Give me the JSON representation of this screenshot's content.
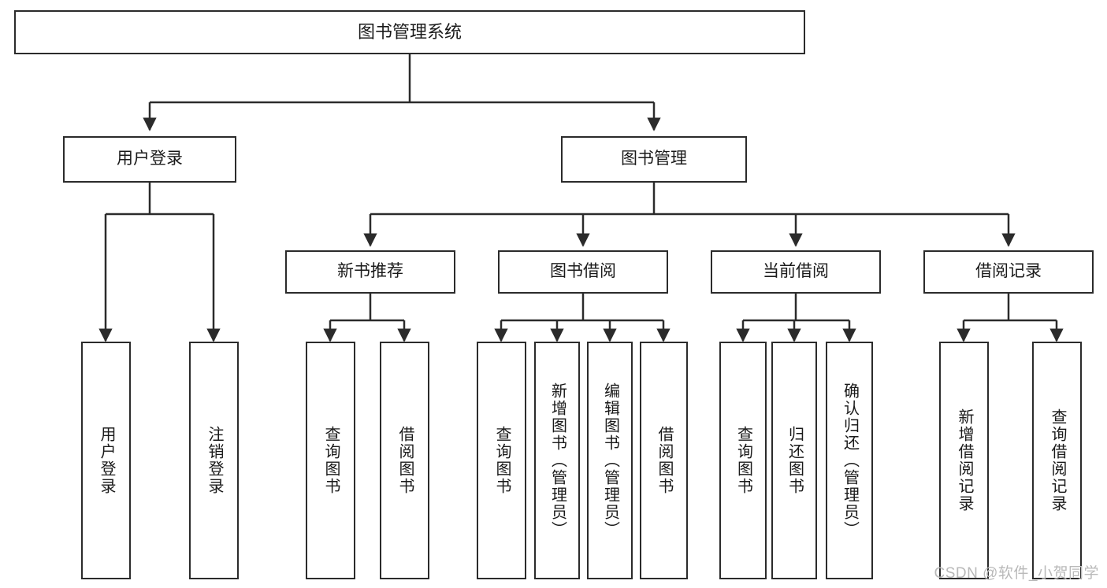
{
  "diagram": {
    "type": "tree-hierarchy-chart",
    "title": "图书管理系统",
    "stroke_color": "#2b2b2b",
    "fill_color": "#ffffff",
    "root": {
      "id": "root",
      "label": "图书管理系统"
    },
    "level2": [
      {
        "id": "user-login",
        "label": "用户登录"
      },
      {
        "id": "book-management",
        "label": "图书管理"
      }
    ],
    "level3": [
      {
        "id": "new-book-recommend",
        "label": "新书推荐",
        "parent": "book-management"
      },
      {
        "id": "book-borrow",
        "label": "图书借阅",
        "parent": "book-management"
      },
      {
        "id": "current-borrow",
        "label": "当前借阅",
        "parent": "book-management"
      },
      {
        "id": "borrow-record",
        "label": "借阅记录",
        "parent": "book-management"
      }
    ],
    "leaves": {
      "user_login": [
        {
          "id": "leaf-user-login",
          "label": "用户登录"
        },
        {
          "id": "leaf-logout-login",
          "label": "注销登录"
        }
      ],
      "new_book_recommend": [
        {
          "id": "leaf-query-book-1",
          "label": "查询图书"
        },
        {
          "id": "leaf-borrow-book-1",
          "label": "借阅图书"
        }
      ],
      "book_borrow": [
        {
          "id": "leaf-query-book-2",
          "label": "查询图书"
        },
        {
          "id": "leaf-add-book",
          "label": "新增图书（管理员）"
        },
        {
          "id": "leaf-edit-book",
          "label": "编辑图书（管理员）"
        },
        {
          "id": "leaf-borrow-book-2",
          "label": "借阅图书"
        }
      ],
      "current_borrow": [
        {
          "id": "leaf-query-book-3",
          "label": "查询图书"
        },
        {
          "id": "leaf-return-book",
          "label": "归还图书"
        },
        {
          "id": "leaf-confirm-return",
          "label": "确认归还（管理员）"
        }
      ],
      "borrow_record": [
        {
          "id": "leaf-add-borrow-record",
          "label": "新增借阅记录"
        },
        {
          "id": "leaf-query-borrow-record",
          "label": "查询借阅记录"
        }
      ]
    }
  },
  "watermark": {
    "text": "CSDN @软件_小贺同学",
    "color": "#b9b9b9"
  }
}
